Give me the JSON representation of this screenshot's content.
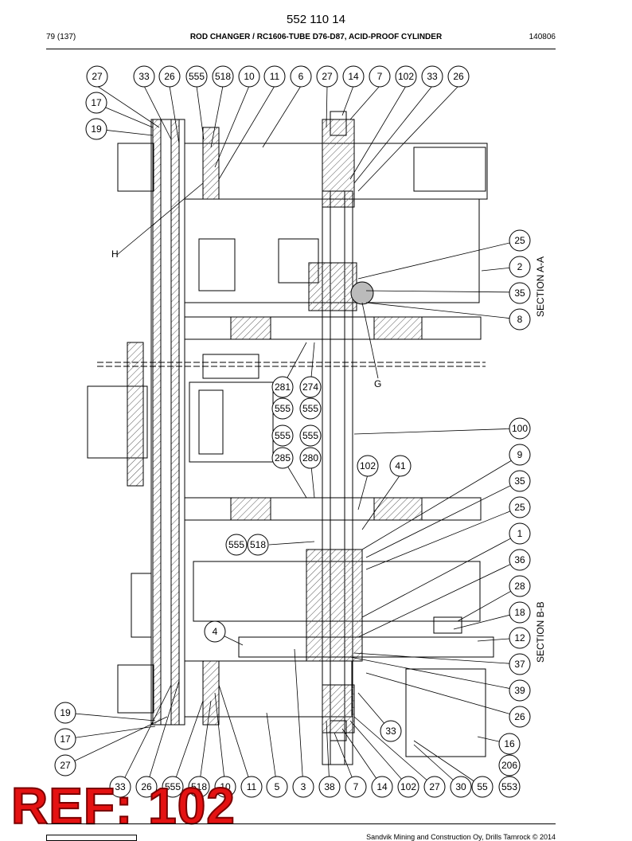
{
  "header": {
    "doc_number": "552 110 14",
    "page_ref": "79 (137)",
    "title": "ROD CHANGER / RC1606-TUBE D76-D87, ACID-PROOF CYLINDER",
    "date": "140806"
  },
  "footer": {
    "copyright": "Sandvik Mining and Construction Oy, Drills Tamrock © 2014"
  },
  "stamp": {
    "text": "REF: 102"
  },
  "sections": {
    "a": "SECTION A-A",
    "b": "SECTION B-B"
  },
  "letters": {
    "h": "H",
    "g": "G"
  },
  "callouts": {
    "top": [
      "27",
      "33",
      "26",
      "555",
      "518",
      "10",
      "11",
      "6",
      "27",
      "14",
      "7",
      "102",
      "33",
      "26"
    ],
    "left_upper": [
      "17",
      "19"
    ],
    "right_a": [
      "25",
      "2",
      "35",
      "8"
    ],
    "mid": [
      "281",
      "274",
      "555",
      "555",
      "555",
      "555",
      "285",
      "280"
    ],
    "mid_right": [
      "102",
      "41"
    ],
    "right_b": [
      "100",
      "9",
      "35",
      "25",
      "1",
      "36",
      "28",
      "18",
      "12",
      "37",
      "39",
      "26",
      "16",
      "206",
      "553"
    ],
    "left_b": [
      "555",
      "518"
    ],
    "left_lower": [
      "4",
      "19",
      "17",
      "27"
    ],
    "lower_mid": [
      "33"
    ],
    "bottom": [
      "33",
      "26",
      "555",
      "518",
      "10",
      "11",
      "5",
      "3",
      "38",
      "7",
      "14",
      "102",
      "27",
      "30",
      "55"
    ]
  },
  "colors": {
    "stamp": "#e41212",
    "ink": "#000000",
    "hatch": "#555555"
  }
}
